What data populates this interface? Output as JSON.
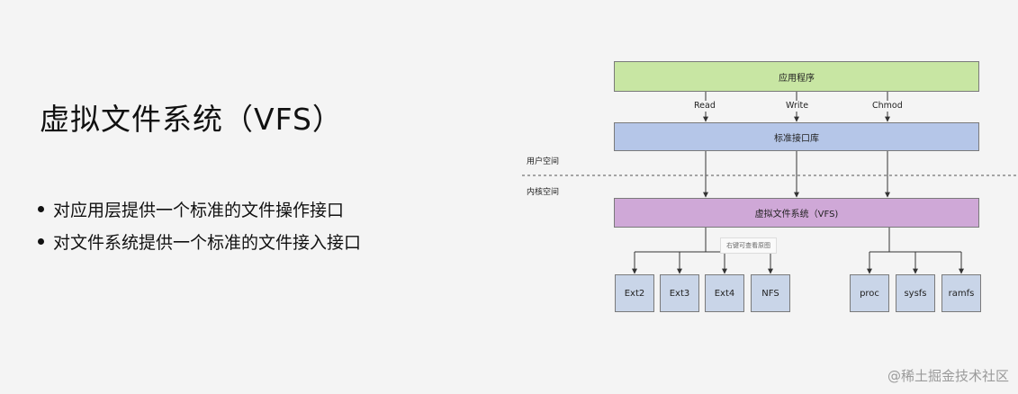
{
  "slide": {
    "title": "虚拟文件系统（VFS）",
    "bullets": [
      "对应用层提供一个标准的文件操作接口",
      "对文件系统提供一个标准的文件接入接口"
    ]
  },
  "diagram": {
    "application": "应用程序",
    "calls": [
      "Read",
      "Write",
      "Chmod"
    ],
    "std_lib": "标准接口库",
    "user_space": "用户空间",
    "kernel_space": "内核空间",
    "vfs": "虚拟文件系统（VFS)",
    "tooltip": "右键可查看原图",
    "filesystems_left": [
      "Ext2",
      "Ext3",
      "Ext4",
      "NFS"
    ],
    "filesystems_right": [
      "proc",
      "sysfs",
      "ramfs"
    ]
  },
  "watermark": "@稀土掘金技术社区"
}
